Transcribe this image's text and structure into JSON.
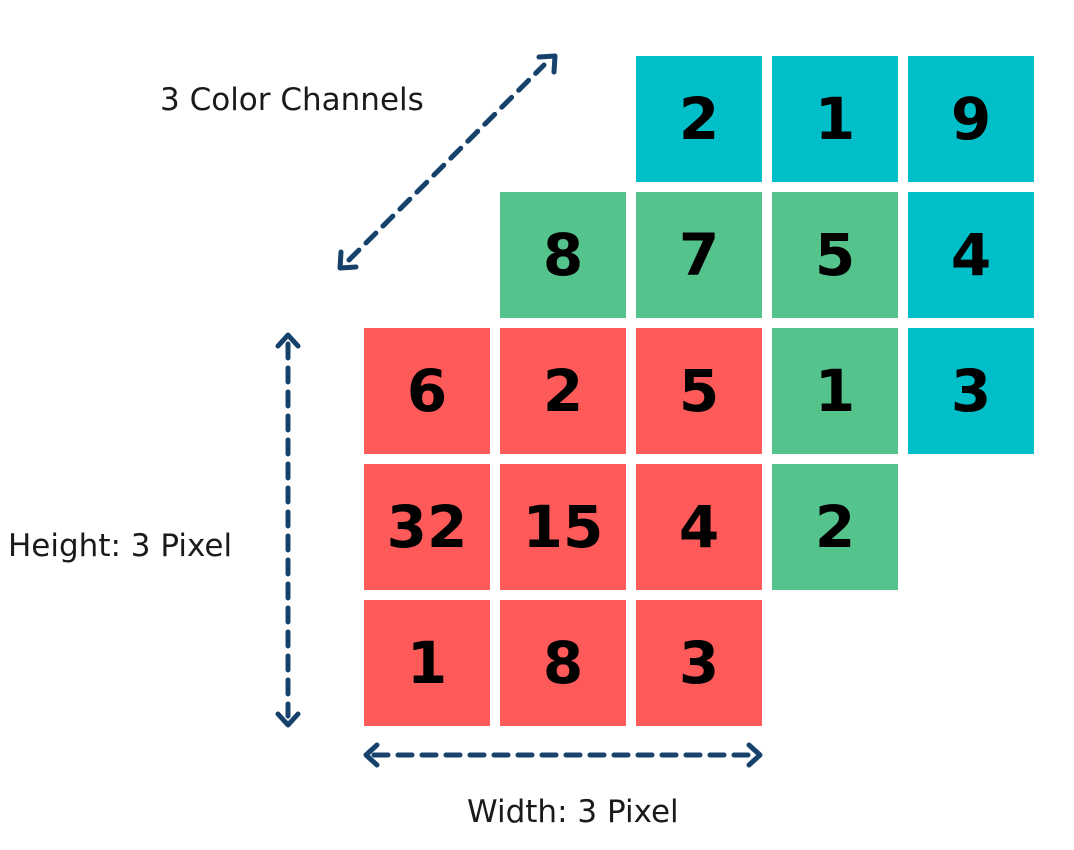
{
  "labels": {
    "channels": "3 Color Channels",
    "height": "Height: 3 Pixel",
    "width": "Width: 3 Pixel"
  },
  "colors": {
    "red": "#ff5a5a",
    "green": "#54c38c",
    "teal": "#00bfc9",
    "arrow": "#15416b"
  },
  "channels": {
    "red": {
      "values": [
        [
          "6",
          "2",
          "5"
        ],
        [
          "32",
          "15",
          "4"
        ],
        [
          "1",
          "8",
          "3"
        ]
      ]
    },
    "green": {
      "visible_cells": [
        {
          "row": 0,
          "col": 0,
          "value": "8"
        },
        {
          "row": 0,
          "col": 1,
          "value": "7"
        },
        {
          "row": 0,
          "col": 2,
          "value": "5"
        },
        {
          "row": 1,
          "col": 2,
          "value": "1"
        },
        {
          "row": 2,
          "col": 2,
          "value": "2"
        }
      ]
    },
    "teal": {
      "visible_cells": [
        {
          "row": 0,
          "col": 0,
          "value": "2"
        },
        {
          "row": 0,
          "col": 1,
          "value": "1"
        },
        {
          "row": 0,
          "col": 2,
          "value": "9"
        },
        {
          "row": 1,
          "col": 2,
          "value": "4"
        },
        {
          "row": 2,
          "col": 2,
          "value": "3"
        }
      ]
    }
  }
}
